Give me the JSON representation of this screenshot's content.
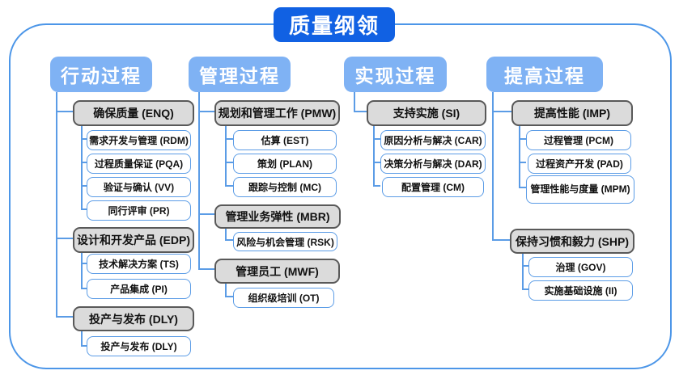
{
  "title": "质量纲领",
  "colors": {
    "title_bg": "#1161E3",
    "header_bg": "#7FB2F4",
    "gray_node_bg": "#DBDBDB",
    "gray_node_border": "#595959",
    "white_node_border": "#5B9CE6",
    "connector_line": "#5B9CE6",
    "frame_border": "#4C96E8"
  },
  "columns": [
    {
      "header": "行动过程",
      "nodes": [
        {
          "label": "确保质量 (ENQ)",
          "level": "group"
        },
        {
          "label": "需求开发与管理 (RDM)",
          "level": "item"
        },
        {
          "label": "过程质量保证 (PQA)",
          "level": "item"
        },
        {
          "label": "验证与确认 (VV)",
          "level": "item"
        },
        {
          "label": "同行评审 (PR)",
          "level": "item"
        },
        {
          "label": "设计和开发产品 (EDP)",
          "level": "group"
        },
        {
          "label": "技术解决方案 (TS)",
          "level": "item"
        },
        {
          "label": "产品集成 (PI)",
          "level": "item"
        },
        {
          "label": "投产与发布 (DLY)",
          "level": "group"
        },
        {
          "label": "投产与发布 (DLY)",
          "level": "item"
        }
      ]
    },
    {
      "header": "管理过程",
      "nodes": [
        {
          "label": "规划和管理工作 (PMW)",
          "level": "group"
        },
        {
          "label": "估算 (EST)",
          "level": "item"
        },
        {
          "label": "策划 (PLAN)",
          "level": "item"
        },
        {
          "label": "跟踪与控制 (MC)",
          "level": "item"
        },
        {
          "label": "管理业务弹性 (MBR)",
          "level": "group"
        },
        {
          "label": "风险与机会管理 (RSK)",
          "level": "item"
        },
        {
          "label": "管理员工 (MWF)",
          "level": "group"
        },
        {
          "label": "组织级培训 (OT)",
          "level": "item"
        }
      ]
    },
    {
      "header": "实现过程",
      "nodes": [
        {
          "label": "支持实施 (SI)",
          "level": "group"
        },
        {
          "label": "原因分析与解决 (CAR)",
          "level": "item"
        },
        {
          "label": "决策分析与解决 (DAR)",
          "level": "item"
        },
        {
          "label": "配置管理 (CM)",
          "level": "item"
        }
      ]
    },
    {
      "header": "提高过程",
      "nodes": [
        {
          "label": "提高性能 (IMP)",
          "level": "group"
        },
        {
          "label": "过程管理 (PCM)",
          "level": "item"
        },
        {
          "label": "过程资产开发 (PAD)",
          "level": "item"
        },
        {
          "label": "管理性能与度量 (MPM)",
          "level": "item"
        },
        {
          "label": "保持习惯和毅力 (SHP)",
          "level": "group"
        },
        {
          "label": "治理 (GOV)",
          "level": "item"
        },
        {
          "label": "实施基础设施 (II)",
          "level": "item"
        }
      ]
    }
  ]
}
